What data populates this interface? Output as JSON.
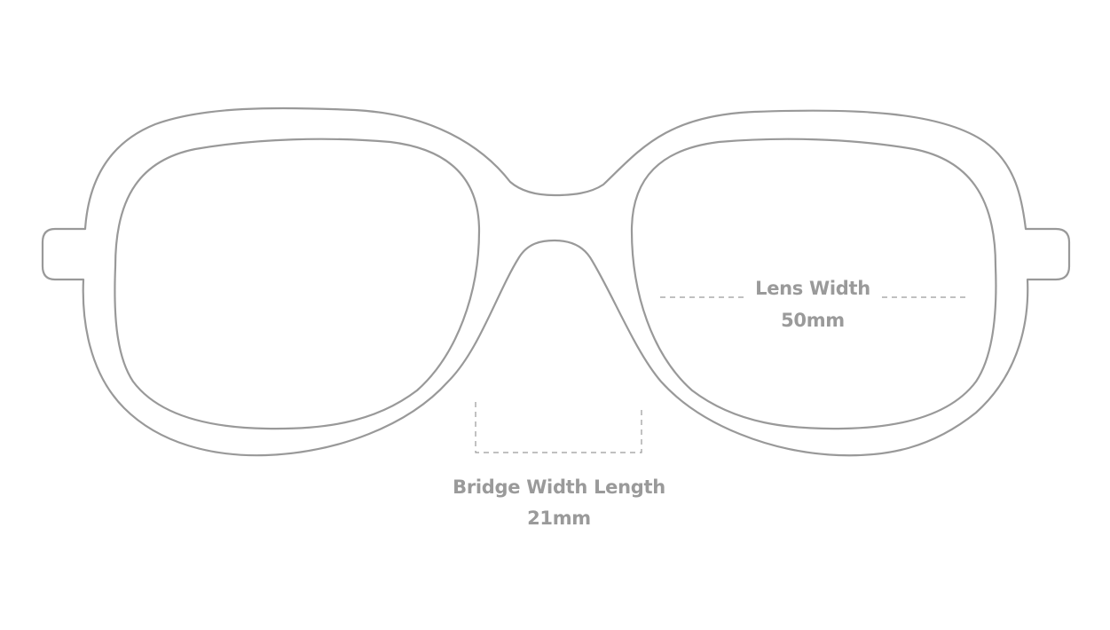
{
  "diagram": {
    "type": "eyeglasses-frame-measurement",
    "stroke_color": "#999999",
    "text_color": "#9a9a9a",
    "background": "#ffffff",
    "measurements": {
      "lens_width": {
        "label": "Lens Width",
        "value": "50mm"
      },
      "bridge_width": {
        "label": "Bridge Width Length",
        "value": "21mm"
      }
    }
  }
}
